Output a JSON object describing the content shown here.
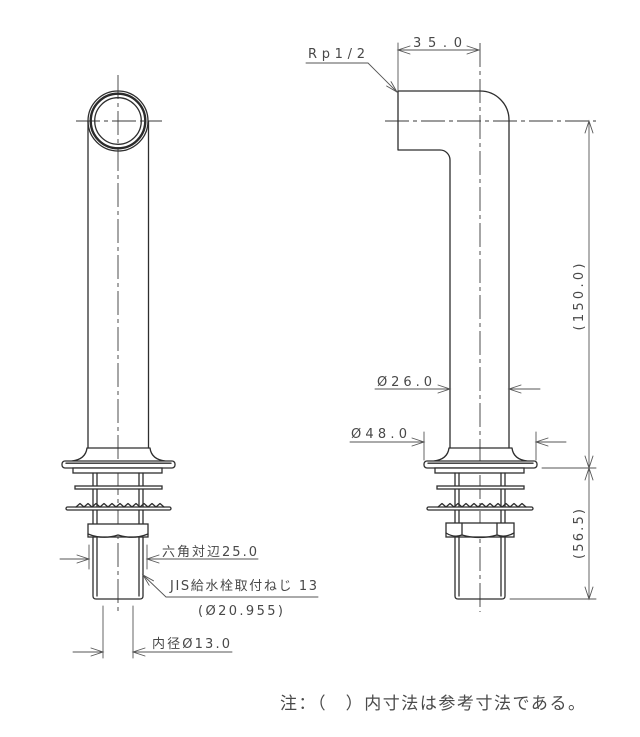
{
  "colors": {
    "background": "#ffffff",
    "outline": "#2e2e2e",
    "dimension_line": "#555555",
    "text": "#484848"
  },
  "dimensions": {
    "top_offset": "35.0",
    "inlet_thread": "Rp1/2",
    "overall_height": "(150.0)",
    "base_height": "(56.5)",
    "tube_diameter": "Ø26.0",
    "flange_diameter": "Ø48.0",
    "hex_across_flats": "六角対辺25.0",
    "jis_thread": "JIS給水栓取付ねじ 13",
    "jis_thread_diameter": "(Ø20.955)",
    "inner_diameter": "内径Ø13.0"
  },
  "note": "注：（　）内寸法は参考寸法である。"
}
